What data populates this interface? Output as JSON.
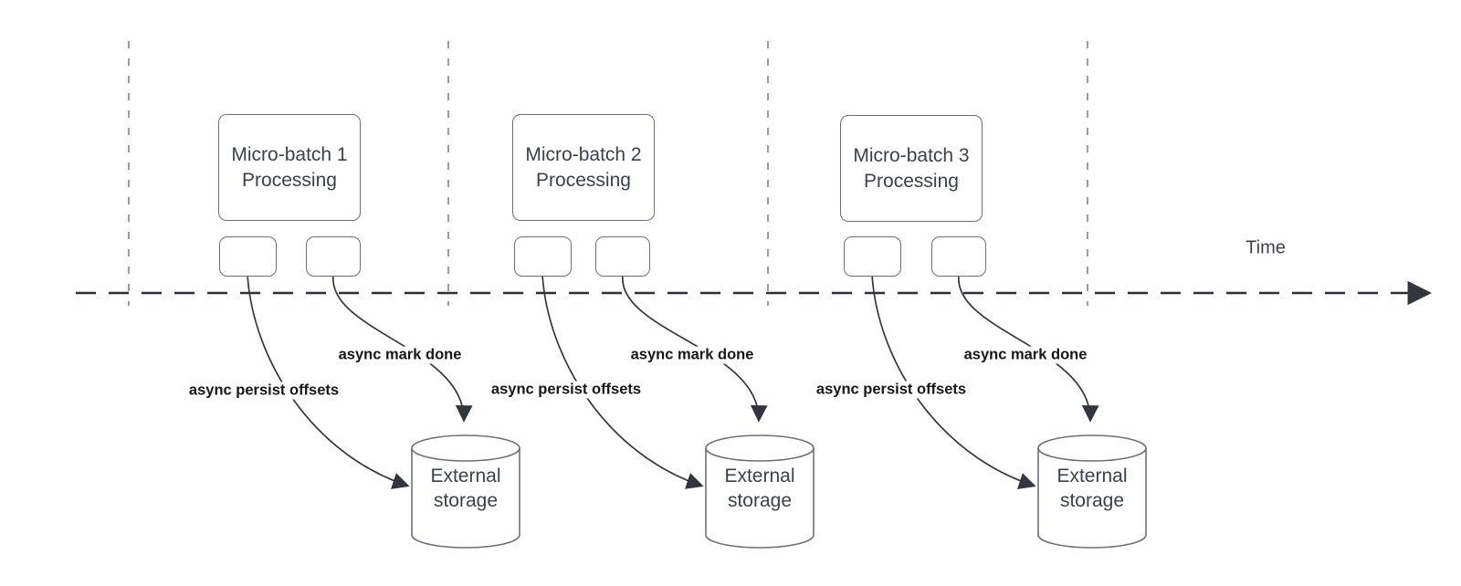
{
  "timeline": {
    "label": "Time"
  },
  "groups": [
    {
      "box_line1": "Micro-batch 1",
      "box_line2": "Processing",
      "persist_label": "async persist offsets",
      "done_label": "async mark done",
      "storage_line1": "External",
      "storage_line2": "storage"
    },
    {
      "box_line1": "Micro-batch 2",
      "box_line2": "Processing",
      "persist_label": "async persist offsets",
      "done_label": "async mark done",
      "storage_line1": "External",
      "storage_line2": "storage"
    },
    {
      "box_line1": "Micro-batch 3",
      "box_line2": "Processing",
      "persist_label": "async persist offsets",
      "done_label": "async mark done",
      "storage_line1": "External",
      "storage_line2": "storage"
    }
  ],
  "colors": {
    "shape_stroke": "#6e6e7a",
    "connector_stroke": "#32363f",
    "guide_stroke": "#9a9aa2",
    "text_primary": "#3b414d",
    "text_label": "#171717"
  }
}
